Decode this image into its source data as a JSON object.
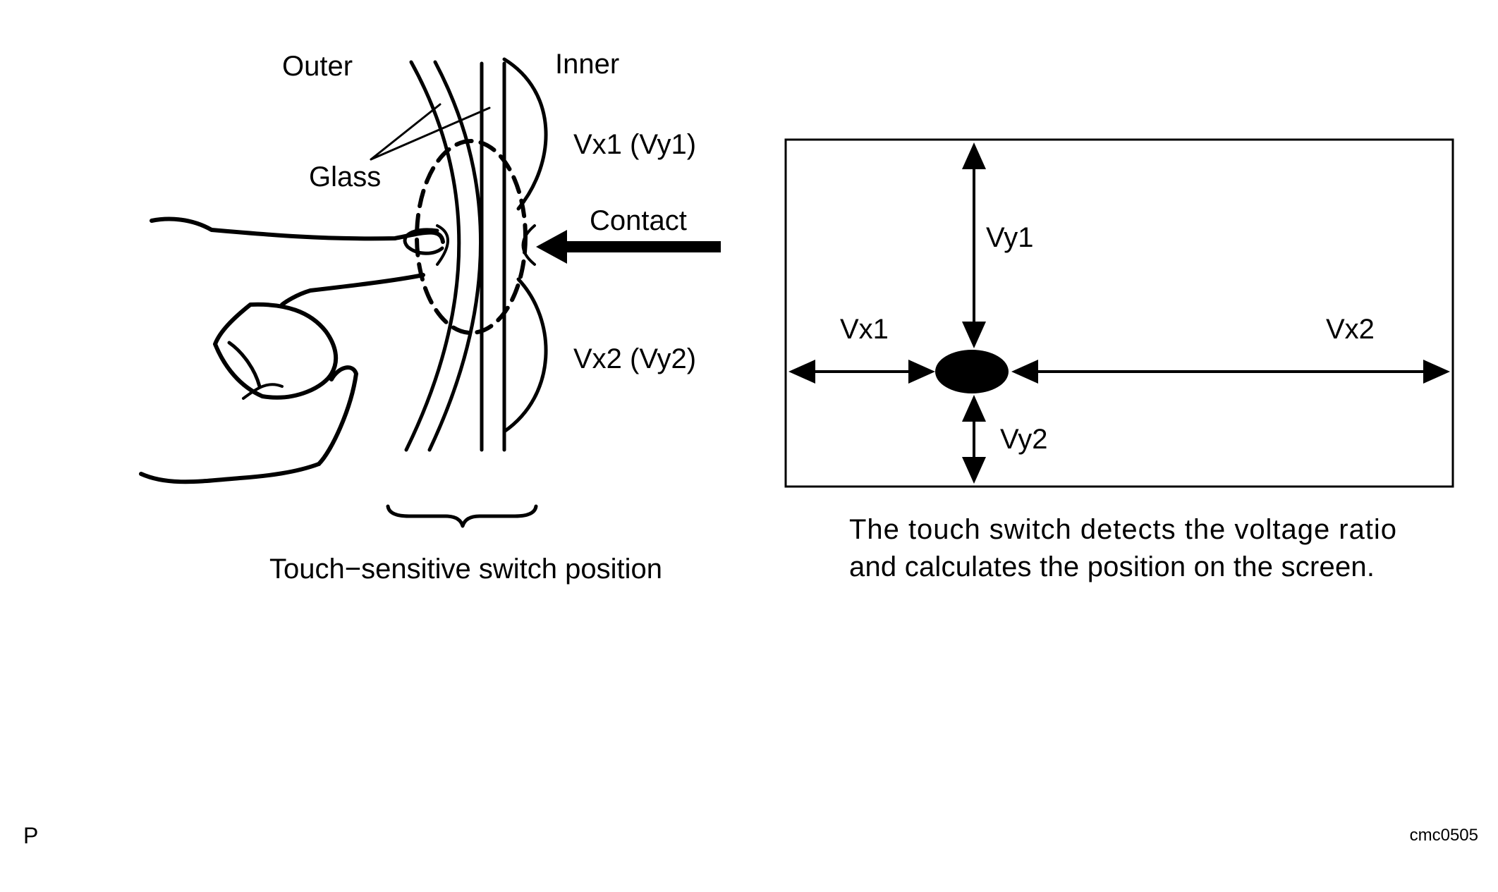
{
  "left_figure": {
    "outer_label": "Outer",
    "inner_label": "Inner",
    "glass_label": "Glass",
    "vx1_vy1_label": "Vx1 (Vy1)",
    "contact_label": "Contact",
    "vx2_vy2_label": "Vx2 (Vy2)",
    "caption": "Touch−sensitive switch position"
  },
  "right_figure": {
    "vy1_label": "Vy1",
    "vx1_label": "Vx1",
    "vx2_label": "Vx2",
    "vy2_label": "Vy2",
    "caption_line1": "The touch switch detects the voltage ratio",
    "caption_line2": "and calculates the position on the screen."
  },
  "footer": {
    "left_mark": "P",
    "figure_code": "cmc0505"
  }
}
